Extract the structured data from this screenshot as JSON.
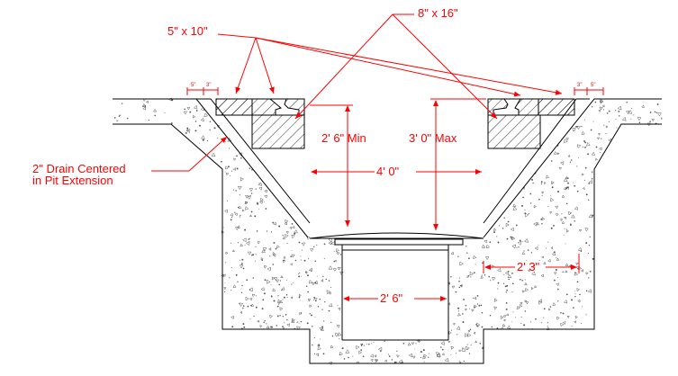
{
  "colors": {
    "dimension": "#ff0000",
    "outline": "#000000",
    "background": "#ffffff",
    "concrete_speck": "#555555"
  },
  "labels": {
    "ties_top": "5\" x 10\"",
    "ties_bottom": "8\" x 16\"",
    "rail_clear_min": "2' 6\" Min",
    "rail_clear_max": "3' 0\" Max",
    "pit_width": "4' 0\"",
    "ext_offset": "2' 3\"",
    "ext_width": "2' 6\"",
    "drain_line1": "2\" Drain Centered",
    "drain_line2": "in Pit Extension",
    "small_left_a": "5\"",
    "small_left_b": "3\"",
    "small_right_a": "3\"",
    "small_right_b": "5\""
  }
}
